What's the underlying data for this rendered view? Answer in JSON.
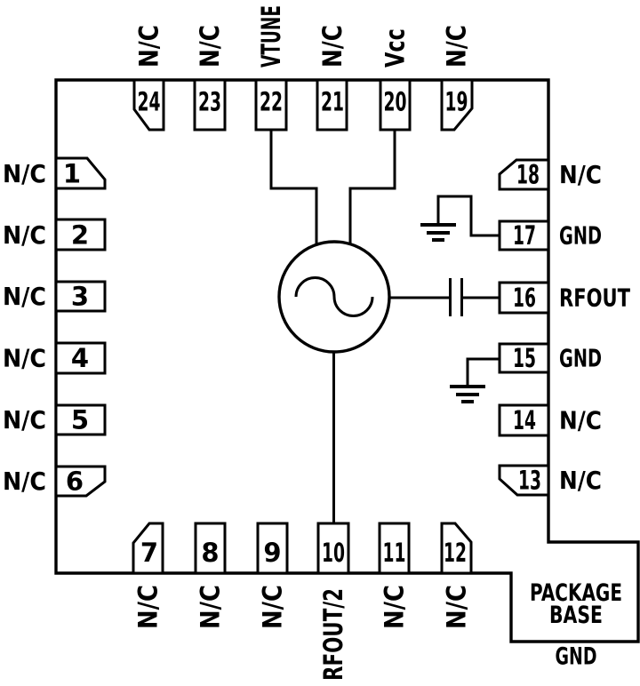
{
  "colors": {
    "line": "#000000",
    "background": "#ffffff"
  },
  "pins": {
    "top": [
      {
        "number": "24",
        "label": "N/C"
      },
      {
        "number": "23",
        "label": "N/C"
      },
      {
        "number": "22",
        "label": "VTUNE"
      },
      {
        "number": "21",
        "label": "N/C"
      },
      {
        "number": "20",
        "label": "Vcc"
      },
      {
        "number": "19",
        "label": "N/C"
      }
    ],
    "left": [
      {
        "number": "1",
        "label": "N/C"
      },
      {
        "number": "2",
        "label": "N/C"
      },
      {
        "number": "3",
        "label": "N/C"
      },
      {
        "number": "4",
        "label": "N/C"
      },
      {
        "number": "5",
        "label": "N/C"
      },
      {
        "number": "6",
        "label": "N/C"
      }
    ],
    "right": [
      {
        "number": "18",
        "label": "N/C"
      },
      {
        "number": "17",
        "label": "GND"
      },
      {
        "number": "16",
        "label": "RFOUT"
      },
      {
        "number": "15",
        "label": "GND"
      },
      {
        "number": "14",
        "label": "N/C"
      },
      {
        "number": "13",
        "label": "N/C"
      }
    ],
    "bottom": [
      {
        "number": "7",
        "label": "N/C"
      },
      {
        "number": "8",
        "label": "N/C"
      },
      {
        "number": "9",
        "label": "N/C"
      },
      {
        "number": "10",
        "label": "RFOUT/2"
      },
      {
        "number": "11",
        "label": "N/C"
      },
      {
        "number": "12",
        "label": "N/C"
      }
    ]
  },
  "package_base": {
    "title_line1": "PACKAGE",
    "title_line2": "BASE",
    "ground_label": "GND"
  },
  "symbols": {
    "oscillator": "sine-in-circle",
    "capacitor": "series-capacitor",
    "ground": "earth-ground"
  }
}
